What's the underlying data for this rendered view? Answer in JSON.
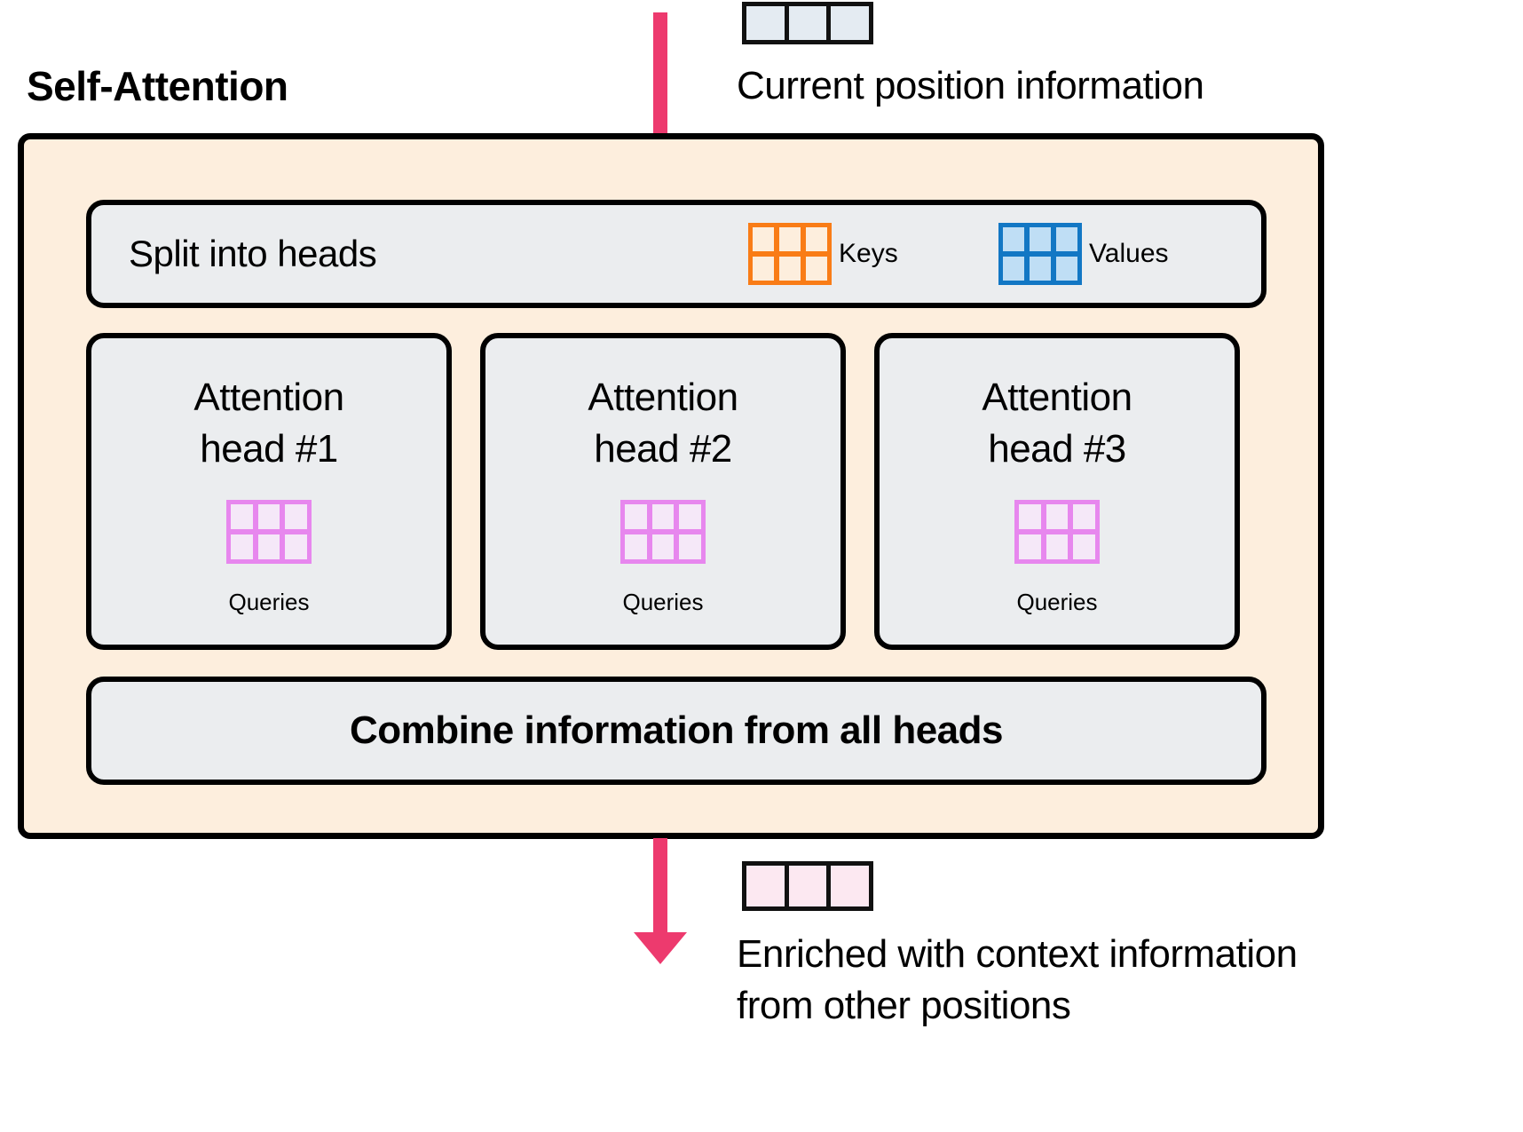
{
  "colors": {
    "canvas_bg": "#ffffff",
    "container_bg": "#fdeedd",
    "panel_bg": "#ebedef",
    "outline": "#000000",
    "arrow": "#ed3a6e",
    "keys_border": "#f97c16",
    "keys_fill": "#fdeedd",
    "values_border": "#1277c4",
    "values_fill": "#bfdef5",
    "queries_border": "#e787ee",
    "queries_fill": "#f5e8f8",
    "input_token_fill": "#e4ebf2",
    "output_token_fill": "#fce8f1"
  },
  "title": "Self-Attention",
  "input": {
    "token_label": "Current position information",
    "cells": 3,
    "icon": "input-token-strip"
  },
  "output": {
    "token_label": "Enriched with context information\nfrom other positions",
    "cells": 3,
    "icon": "output-token-strip"
  },
  "arrows": {
    "input_arrow": "arrow-down-plain",
    "output_arrow": "arrow-down-head"
  },
  "split": {
    "label": "Split into heads",
    "legend": [
      {
        "label": "Keys",
        "icon": "keys-matrix-icon",
        "rows": 2,
        "cols": 3
      },
      {
        "label": "Values",
        "icon": "values-matrix-icon",
        "rows": 2,
        "cols": 3
      }
    ]
  },
  "heads": [
    {
      "title": "Attention\nhead #1",
      "sub": "Queries",
      "icon": "queries-matrix-icon",
      "rows": 2,
      "cols": 3
    },
    {
      "title": "Attention\nhead #2",
      "sub": "Queries",
      "icon": "queries-matrix-icon",
      "rows": 2,
      "cols": 3
    },
    {
      "title": "Attention\nhead #3",
      "sub": "Queries",
      "icon": "queries-matrix-icon",
      "rows": 2,
      "cols": 3
    }
  ],
  "combine": {
    "label": "Combine information from all heads"
  }
}
